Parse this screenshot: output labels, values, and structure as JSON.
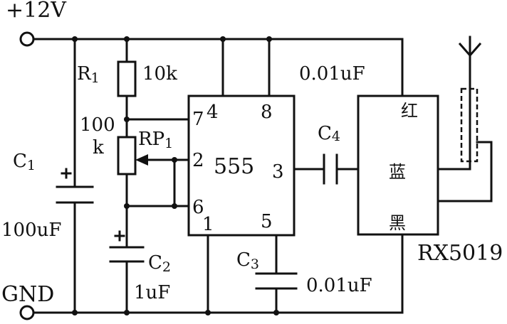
{
  "rails": {
    "supply_label": "+12V",
    "ground_label": "GND"
  },
  "r1": {
    "ref": "R",
    "ref_sub": "1",
    "value": "10k"
  },
  "rp1": {
    "value_line1": "100",
    "value_line2": "k",
    "ref": "RP",
    "ref_sub": "1"
  },
  "c1": {
    "ref": "C",
    "ref_sub": "1",
    "value": "100uF"
  },
  "c2": {
    "ref": "C",
    "ref_sub": "2",
    "value": "1uF"
  },
  "c3": {
    "ref": "C",
    "ref_sub": "3",
    "value": "0.01uF"
  },
  "c4": {
    "ref": "C",
    "ref_sub": "4",
    "value": "0.01uF"
  },
  "ic555": {
    "name": "555",
    "pins": {
      "p7": "7",
      "p4": "4",
      "p8": "8",
      "p2": "2",
      "p3": "3",
      "p6": "6",
      "p1": "1",
      "p5": "5"
    }
  },
  "module": {
    "name": "RX5019",
    "wire_red": "红",
    "wire_blue": "蓝",
    "wire_black": "黑"
  }
}
